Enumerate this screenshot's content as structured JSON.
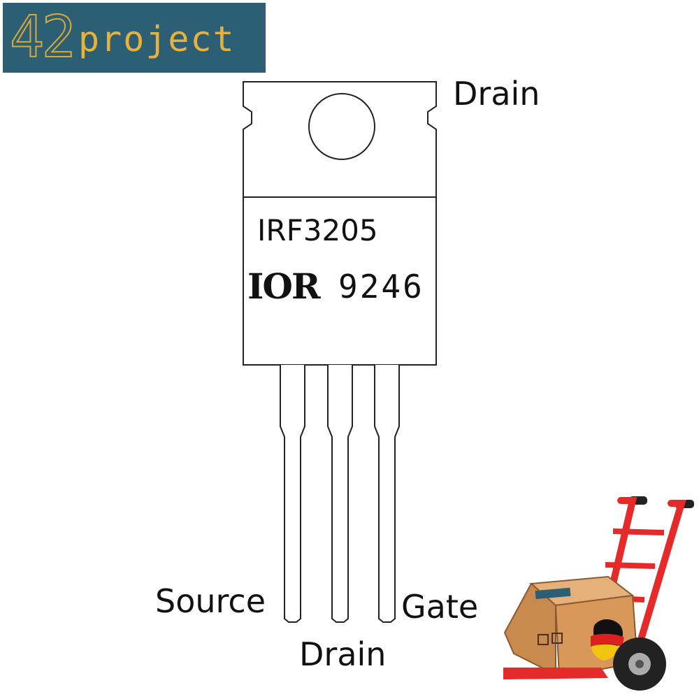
{
  "logo": {
    "number": "42",
    "word": "project"
  },
  "package": {
    "part_number": "IRF3205",
    "maker_logo": "IOR",
    "date_code": "9246"
  },
  "pins": {
    "tab": "Drain",
    "left": "Source",
    "middle": "Drain",
    "right": "Gate"
  },
  "illustration": {
    "name": "hand-truck-with-box-icon"
  },
  "colors": {
    "logo_bg": "#2c5f73",
    "logo_text": "#e6b23c",
    "truck_red": "#e52a2a",
    "box": "#d9975a"
  }
}
